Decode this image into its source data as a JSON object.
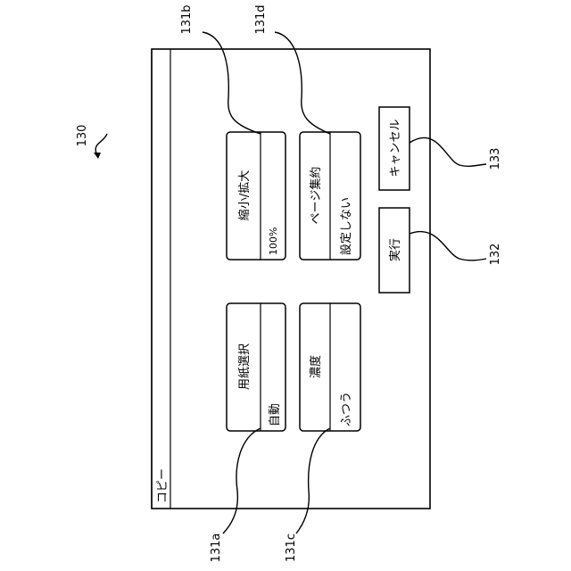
{
  "figure": {
    "ref_screen": "130",
    "screen_title": "コピー",
    "buttons": [
      {
        "ref": "131a",
        "label": "用紙選択",
        "value": "自動"
      },
      {
        "ref": "131b",
        "label": "縮小/拡大",
        "value": "100%"
      },
      {
        "ref": "131c",
        "label": "濃度",
        "value": "ふつう"
      },
      {
        "ref": "131d",
        "label": "ページ集約",
        "value": "設定しない"
      }
    ],
    "execute": {
      "ref": "132",
      "label": "実行"
    },
    "cancel": {
      "ref": "133",
      "label": "キャンセル"
    }
  }
}
